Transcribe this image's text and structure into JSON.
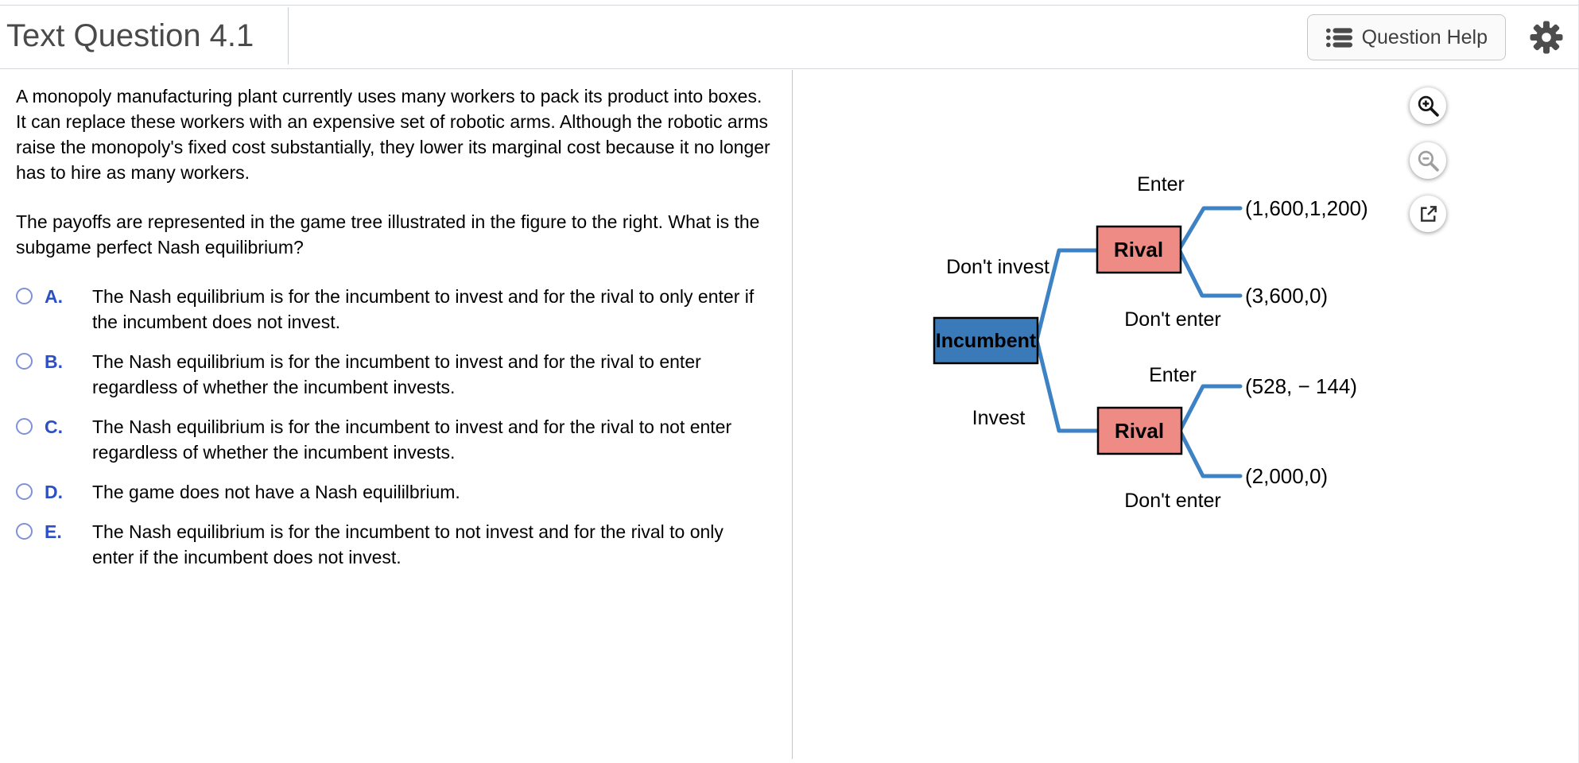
{
  "header": {
    "title": "Text Question 4.1",
    "question_help_label": "Question Help"
  },
  "icons": {
    "list": "question-help-list-icon",
    "gear": "settings-gear-icon",
    "zoom_in": "zoom-in-icon",
    "zoom_out": "zoom-out-icon",
    "open": "open-in-new-window-icon"
  },
  "question": {
    "paragraph1": "A monopoly manufacturing plant currently uses many workers to pack its product into boxes.  It can replace these workers with an expensive set of robotic arms. Although the robotic arms raise the monopoly's fixed cost substantially, they lower its marginal cost because it no longer has to hire as many workers.",
    "paragraph2": "The payoffs are represented in the game tree illustrated in the figure to the right. What is the subgame perfect Nash equilibrium?",
    "options": [
      {
        "letter": "A.",
        "text": "The Nash equilibrium is for the incumbent to invest and for the rival to only enter if the incumbent does not invest."
      },
      {
        "letter": "B.",
        "text": "The Nash equilibrium is for the incumbent to invest and for the rival to enter regardless of whether the incumbent invests."
      },
      {
        "letter": "C.",
        "text": "The Nash equilibrium is for the incumbent to invest and for the rival to not enter regardless of whether the incumbent invests."
      },
      {
        "letter": "D.",
        "text": "The game does not have a Nash equililbrium."
      },
      {
        "letter": "E.",
        "text": "The Nash equilibrium is for the incumbent to not invest and for the rival to only enter if the incumbent does not invest."
      }
    ]
  },
  "tree": {
    "root_node": "Incumbent",
    "rival_top_node": "Rival",
    "rival_bottom_node": "Rival",
    "branch_dont_invest": "Don't invest",
    "branch_invest": "Invest",
    "branch_enter_top": "Enter",
    "branch_dont_enter_top": "Don't enter",
    "branch_enter_bottom": "Enter",
    "branch_dont_enter_bottom": "Don't enter",
    "payoff_enter_no_invest": "(1,600,1,200)",
    "payoff_dont_enter_no_invest": "(3,600,0)",
    "payoff_enter_invest": "(528, − 144)",
    "payoff_dont_enter_invest": "(2,000,0)",
    "colors": {
      "incumbent_fill": "#3a7ab9",
      "rival_fill": "#ee8b85",
      "branch_stroke": "#3d82c4",
      "box_border": "#000000"
    }
  }
}
